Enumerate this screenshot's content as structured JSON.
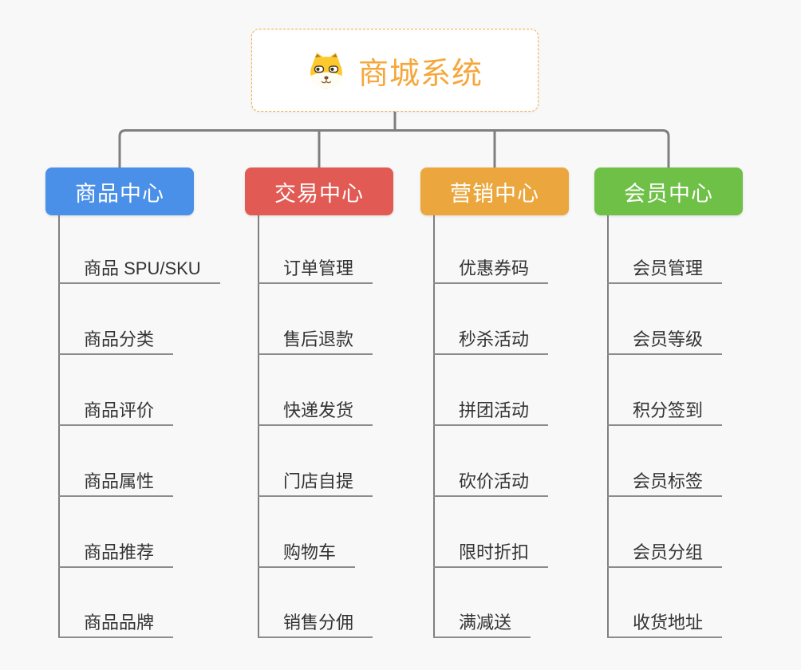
{
  "root": {
    "title": "商城系统",
    "icon": "dog-face-icon"
  },
  "connector_color": "#7f7f7f",
  "branches": [
    {
      "label": "商品中心",
      "color": "#4a90e8",
      "items": [
        "商品 SPU/SKU",
        "商品分类",
        "商品评价",
        "商品属性",
        "商品推荐",
        "商品品牌"
      ]
    },
    {
      "label": "交易中心",
      "color": "#e15a54",
      "items": [
        "订单管理",
        "售后退款",
        "快递发货",
        "门店自提",
        "购物车",
        "销售分佣"
      ]
    },
    {
      "label": "营销中心",
      "color": "#eba73e",
      "items": [
        "优惠券码",
        "秒杀活动",
        "拼团活动",
        "砍价活动",
        "限时折扣",
        "满减送"
      ]
    },
    {
      "label": "会员中心",
      "color": "#6fc046",
      "items": [
        "会员管理",
        "会员等级",
        "积分签到",
        "会员标签",
        "会员分组",
        "收货地址"
      ]
    }
  ]
}
